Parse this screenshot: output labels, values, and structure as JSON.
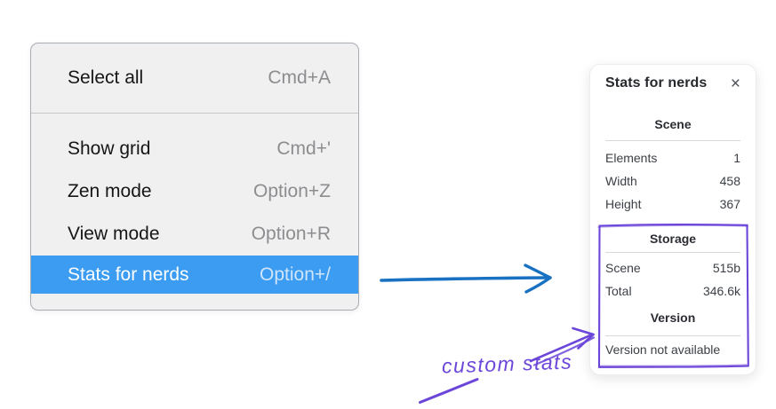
{
  "menu": {
    "sections": [
      {
        "items": [
          {
            "label": "Select all",
            "shortcut": "Cmd+A"
          }
        ]
      },
      {
        "items": [
          {
            "label": "Show grid",
            "shortcut": "Cmd+'"
          },
          {
            "label": "Zen mode",
            "shortcut": "Option+Z"
          },
          {
            "label": "View mode",
            "shortcut": "Option+R"
          },
          {
            "label": "Stats for nerds",
            "shortcut": "Option+/",
            "highlighted": true
          }
        ]
      }
    ],
    "highlight_color": "#3b9cf2"
  },
  "stats_panel": {
    "title": "Stats for nerds",
    "close_glyph": "×",
    "sections": [
      {
        "heading": "Scene",
        "rows": [
          [
            "Elements",
            "1"
          ],
          [
            "Width",
            "458"
          ],
          [
            "Height",
            "367"
          ]
        ]
      },
      {
        "heading": "Storage",
        "rows": [
          [
            "Scene",
            "515b"
          ],
          [
            "Total",
            "346.6k"
          ]
        ]
      },
      {
        "heading": "Version",
        "note": "Version not available"
      }
    ]
  },
  "annotation": {
    "label": "custom stats",
    "color": "#6b46d9"
  },
  "arrows": {
    "blue": "#1971c2"
  }
}
